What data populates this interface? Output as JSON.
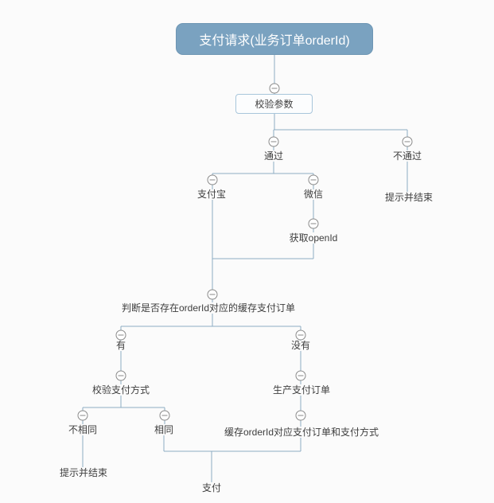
{
  "theme": {
    "background": "#fbfbfb",
    "connector_color": "#8cadc3",
    "root_fill": "#7aa2c0",
    "root_text_color": "#ffffff",
    "box_border_color": "#a8c6db",
    "box_fill": "#fcfdfe",
    "label_color": "#3e3e3e",
    "collapse_icon_color": "#8a8a8a"
  },
  "icons": {
    "collapse": "circle-minus"
  },
  "nodes": {
    "payment_request": {
      "label": "支付请求(业务订单orderId)"
    },
    "validate_params": {
      "label": "校验参数"
    },
    "pass": {
      "label": "通过"
    },
    "fail": {
      "label": "不通过"
    },
    "fail_end": {
      "label": "提示并结束"
    },
    "alipay": {
      "label": "支付宝"
    },
    "wechat": {
      "label": "微信"
    },
    "get_openid": {
      "label": "获取openId"
    },
    "check_cached_order": {
      "label": "判断是否存在orderId对应的缓存支付订单"
    },
    "has": {
      "label": "有"
    },
    "has_not": {
      "label": "没有"
    },
    "verify_pay_method": {
      "label": "校验支付方式"
    },
    "not_same": {
      "label": "不相同"
    },
    "same": {
      "label": "相同"
    },
    "not_same_end": {
      "label": "提示并结束"
    },
    "create_pay_order": {
      "label": "生产支付订单"
    },
    "cache_order": {
      "label": "缓存orderId对应支付订单和支付方式"
    },
    "pay": {
      "label": "支付"
    }
  }
}
